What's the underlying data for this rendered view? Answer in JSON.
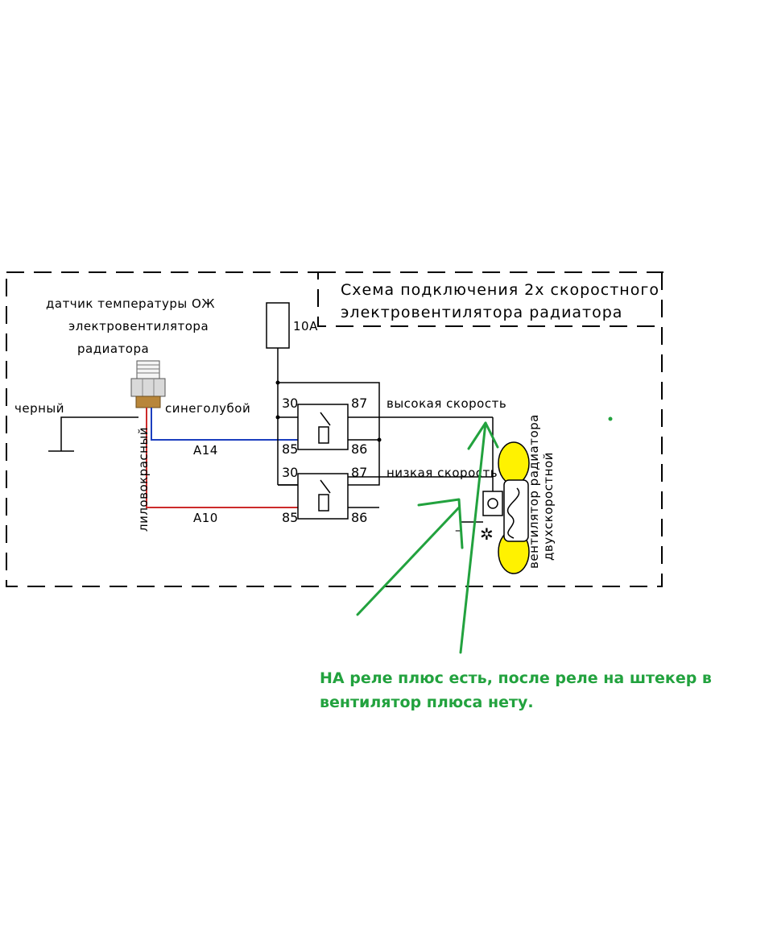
{
  "title": {
    "line1": "Схема подключения 2х скоростного",
    "line2": "электровентилятора   радиатора"
  },
  "sensor": {
    "line1": "датчик температуры ОЖ",
    "line2": "электровентилятора",
    "line3": "радиатора"
  },
  "wires": {
    "ground": "черный",
    "blue": "синеголубой",
    "red": "лиловокрасный",
    "blue_code": "А14",
    "red_code": "А10"
  },
  "fuse": {
    "rating": "10А"
  },
  "relay_high": {
    "pin30": "30",
    "pin87": "87",
    "pin85": "85",
    "pin86": "86",
    "label": "высокая скорость"
  },
  "relay_low": {
    "pin30": "30",
    "pin87": "87",
    "pin85": "85",
    "pin86": "86",
    "label": "низкая скорость"
  },
  "fan": {
    "line1": "вентилятор радиатора",
    "line2": "двухскоростной",
    "minus": "–"
  },
  "note": {
    "line1": "НА реле плюс есть, после реле на штекер в",
    "line2": "вентилятор плюса нету."
  },
  "colors": {
    "blue_wire": "#1c3fbf",
    "red_wire": "#cc2b2b",
    "annotation": "#22a23e",
    "fan_blade": "#fff200",
    "sensor_brass": "#b8863a"
  }
}
